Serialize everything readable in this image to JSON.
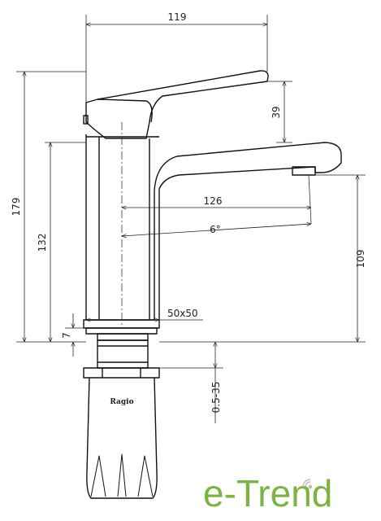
{
  "dimensions": {
    "overall_width": "119",
    "handle_rise": "39",
    "spout_projection": "126",
    "spout_angle": "6°",
    "overall_height": "179",
    "body_height": "132",
    "spout_height": "109",
    "base_thickness": "7",
    "base_size": "50x50",
    "deck_thickness": "0.5-35"
  },
  "nut_brand": "Ragio",
  "logo": {
    "text": "e-Trend",
    "color": "#7cb342"
  }
}
